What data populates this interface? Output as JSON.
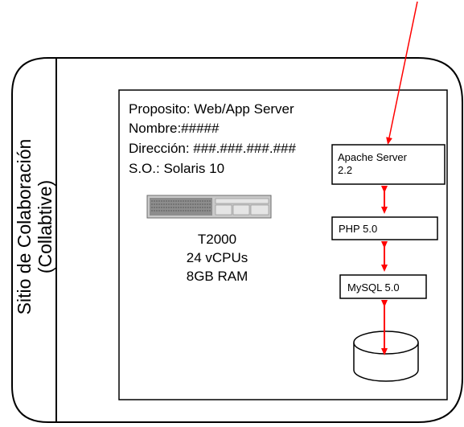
{
  "container": {
    "title_line1": "Sitio de Colaboración",
    "title_line2": "(Collabtive)"
  },
  "server": {
    "proposito": "Proposito: Web/App Server",
    "nombre": "Nombre:#####",
    "direccion": "Dirección: ###.###.###.###",
    "so": "S.O.: Solaris 10",
    "model": "T2000",
    "cpus": "24 vCPUs",
    "ram": "8GB RAM",
    "server_icon": "rack-server-icon"
  },
  "stack": {
    "apache_line1": "Apache Server",
    "apache_line2": "2.2",
    "php": "PHP 5.0",
    "mysql": "MySQL 5.0",
    "database_icon": "database-cylinder-icon"
  },
  "colors": {
    "arrow": "#ff0000",
    "line": "#000000",
    "background": "#ffffff",
    "server_body": "#c8c8c8"
  }
}
